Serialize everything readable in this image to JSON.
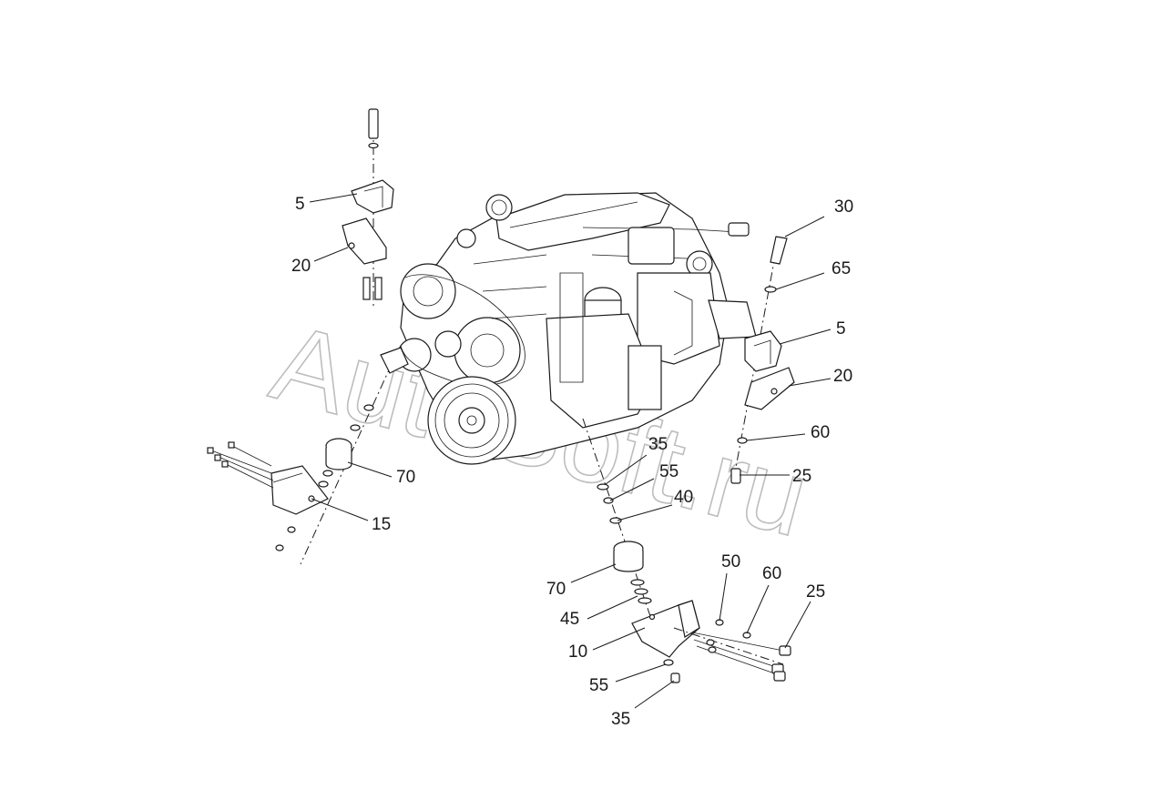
{
  "watermark": {
    "text": "AutoSoft.ru",
    "color": "#bdbdbd"
  },
  "callouts": {
    "left_bracket_mount": "5",
    "left_bracket": "20",
    "left_support": "15",
    "left_isolator": "70",
    "top_bolt": "30",
    "top_washer": "65",
    "right_bracket_mount": "5",
    "right_bracket": "20",
    "right_washer": "60",
    "right_bolt": "25",
    "center_nut": "35",
    "center_washer_a": "55",
    "center_washer_b": "40",
    "bottom_isolator": "70",
    "bottom_washer": "45",
    "bottom_support": "10",
    "bottom_washer_a": "55",
    "bottom_nut": "35",
    "rear_washer_a": "50",
    "rear_washer_b": "60",
    "rear_bolt": "25"
  },
  "colors": {
    "line": "#1a1a1a",
    "background": "#ffffff"
  }
}
